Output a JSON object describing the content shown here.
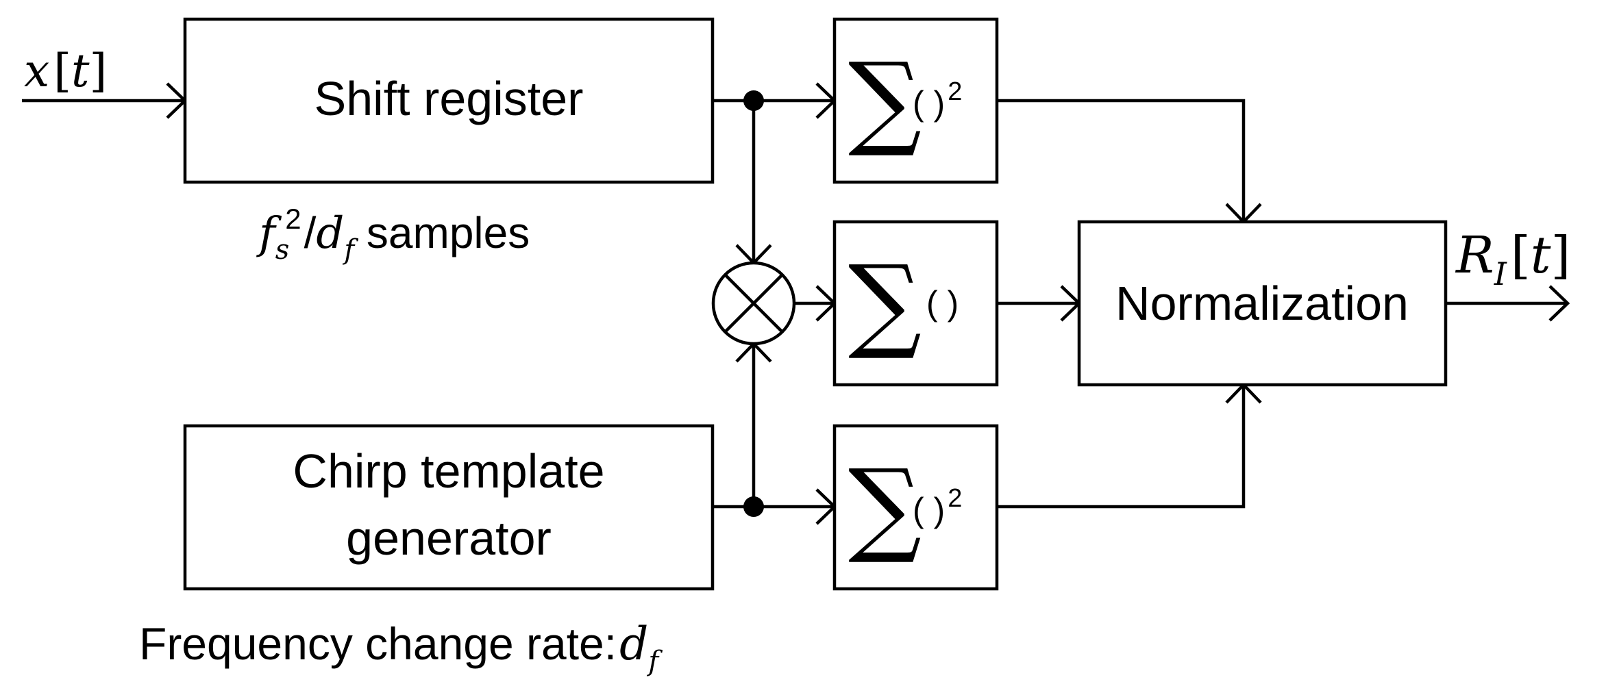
{
  "input": {
    "symbol": "x",
    "bracket_open": "[",
    "index": "t",
    "bracket_close": "]"
  },
  "shift_register": {
    "label": "Shift register",
    "caption": {
      "f": "f",
      "f_sub": "s",
      "f_sup": "2",
      "slash": "/",
      "d": "d",
      "d_sub": "f",
      "suffix": " samples"
    }
  },
  "chirp_generator": {
    "label_line1": "Chirp template",
    "label_line2": "generator",
    "caption": {
      "text": "Frequency change rate:",
      "d": "d",
      "d_sub": "f"
    }
  },
  "sum_blocks": {
    "sigma": "∑",
    "top": {
      "paren": "( )",
      "sup": "2"
    },
    "middle": {
      "paren": "( )"
    },
    "bottom": {
      "paren": "( )",
      "sup": "2"
    }
  },
  "multiplier": {
    "icon": "multiply-circle-icon"
  },
  "normalization": {
    "label": "Normalization"
  },
  "output": {
    "symbol": "R",
    "sub": "I",
    "bracket_open": "[",
    "index": "t",
    "bracket_close": "]"
  },
  "colors": {
    "stroke": "#000000",
    "fill": "#ffffff"
  }
}
